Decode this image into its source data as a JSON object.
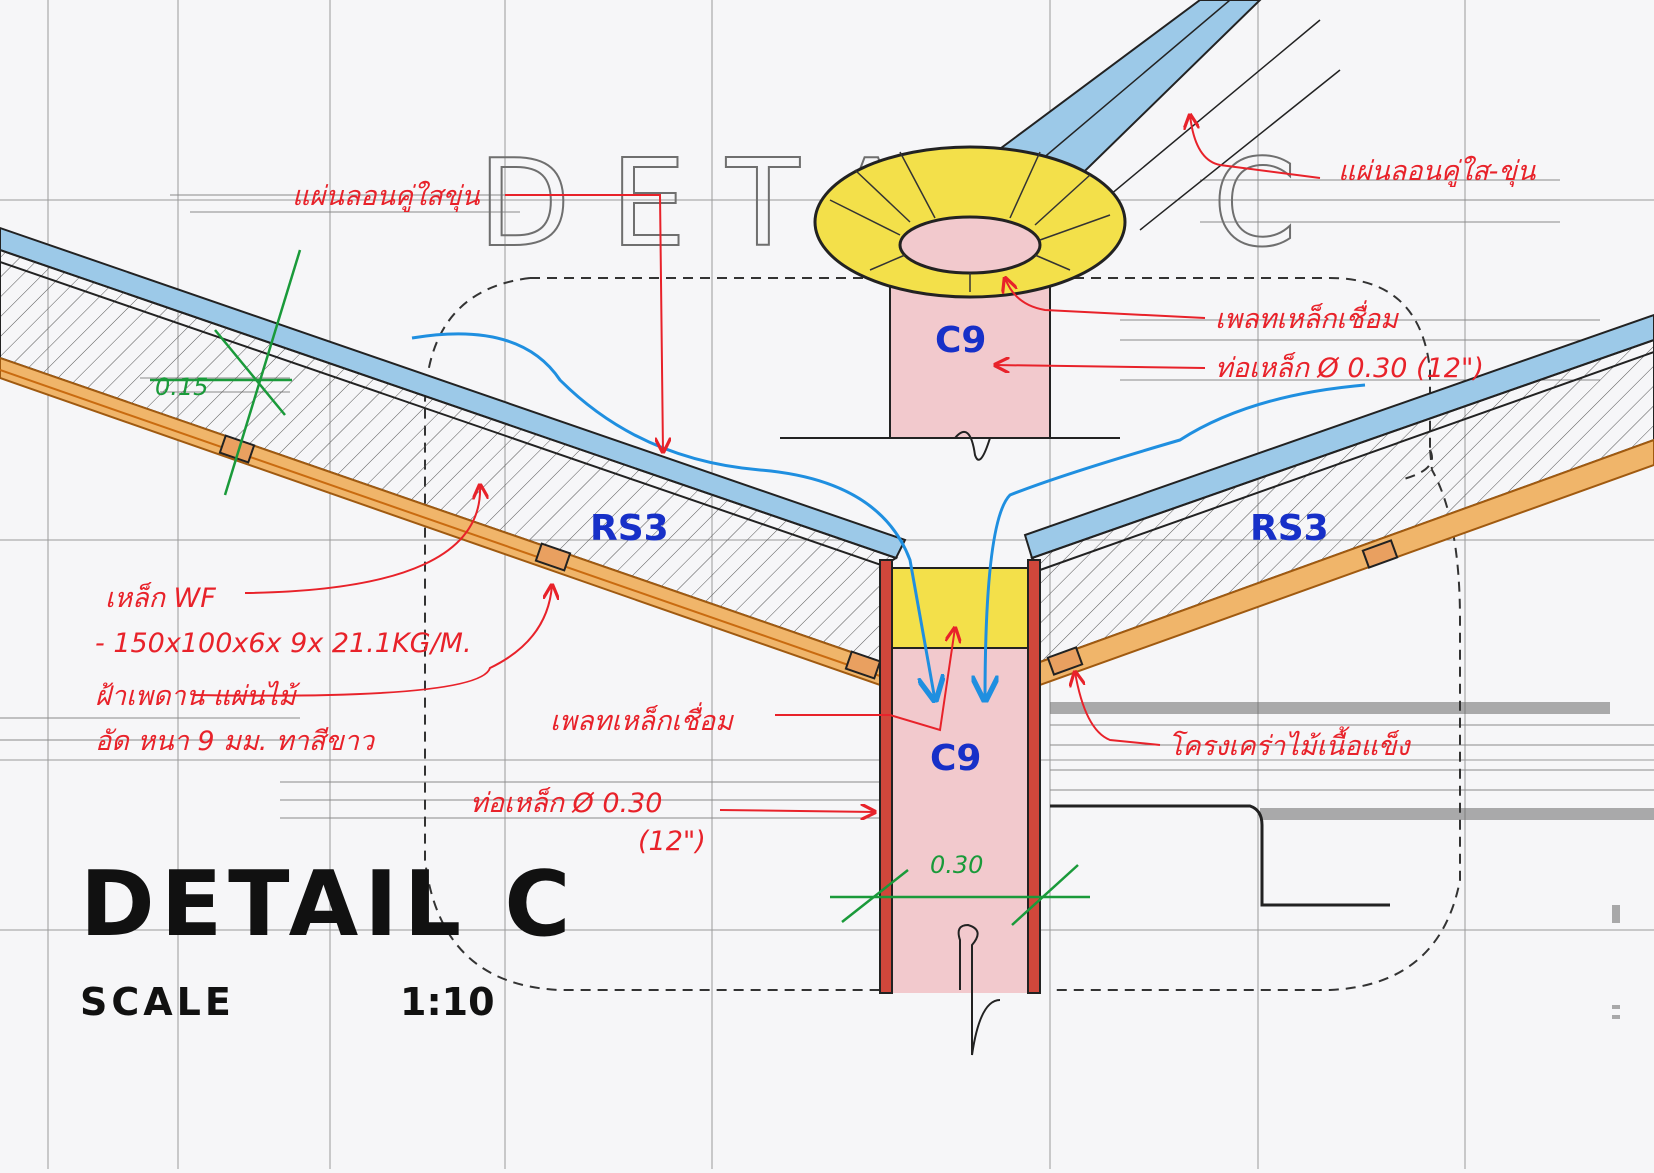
{
  "title": {
    "main": "DETAIL C",
    "scale_label": "SCALE",
    "scale_value": "1:10",
    "background_lettering": "DETAIL C"
  },
  "tags": {
    "column_top": "C9",
    "column_bottom": "C9",
    "beam_left": "RS3",
    "beam_right": "RS3"
  },
  "notes": {
    "left_roof_sheet": "แผ่นลอนคู่ใสขุ่น",
    "right_roof_sheet": "แผ่นลอนคู่ใส-ขุ่น",
    "top_plate": "เพลทเหล็กเชื่อม",
    "top_pipe": "ท่อเหล็ก Ø 0.30 (12\")",
    "wf_beam_title": "เหล็ก WF",
    "wf_beam_spec": "- 150x100x6x 9x 21.1KG/M.",
    "ceiling_line1": "ฝ้าเพดาน แผ่นไม้",
    "ceiling_line2": "อัด หนา 9 มม. ทาสีขาว",
    "mid_plate": "เพลทเหล็กเชื่อม",
    "rafter_frame": "โครงเคร่าไม้เนื้อแข็ง",
    "pipe_line1": "ท่อเหล็ก Ø 0.30",
    "pipe_line2": "(12\")"
  },
  "dimensions": {
    "slab_depth": "0.15",
    "column_width": "0.30"
  },
  "colors": {
    "annotation_red": "#e8222a",
    "tag_blue": "#1730c8",
    "dimension_green": "#1a9a3a",
    "roof_sheet_blue": "#9cc9e8",
    "column_pink": "#f2c9cd",
    "plate_yellow": "#f3e04a",
    "ceiling_orange": "#f0b56a",
    "water_flow": "#1f8fe0"
  }
}
